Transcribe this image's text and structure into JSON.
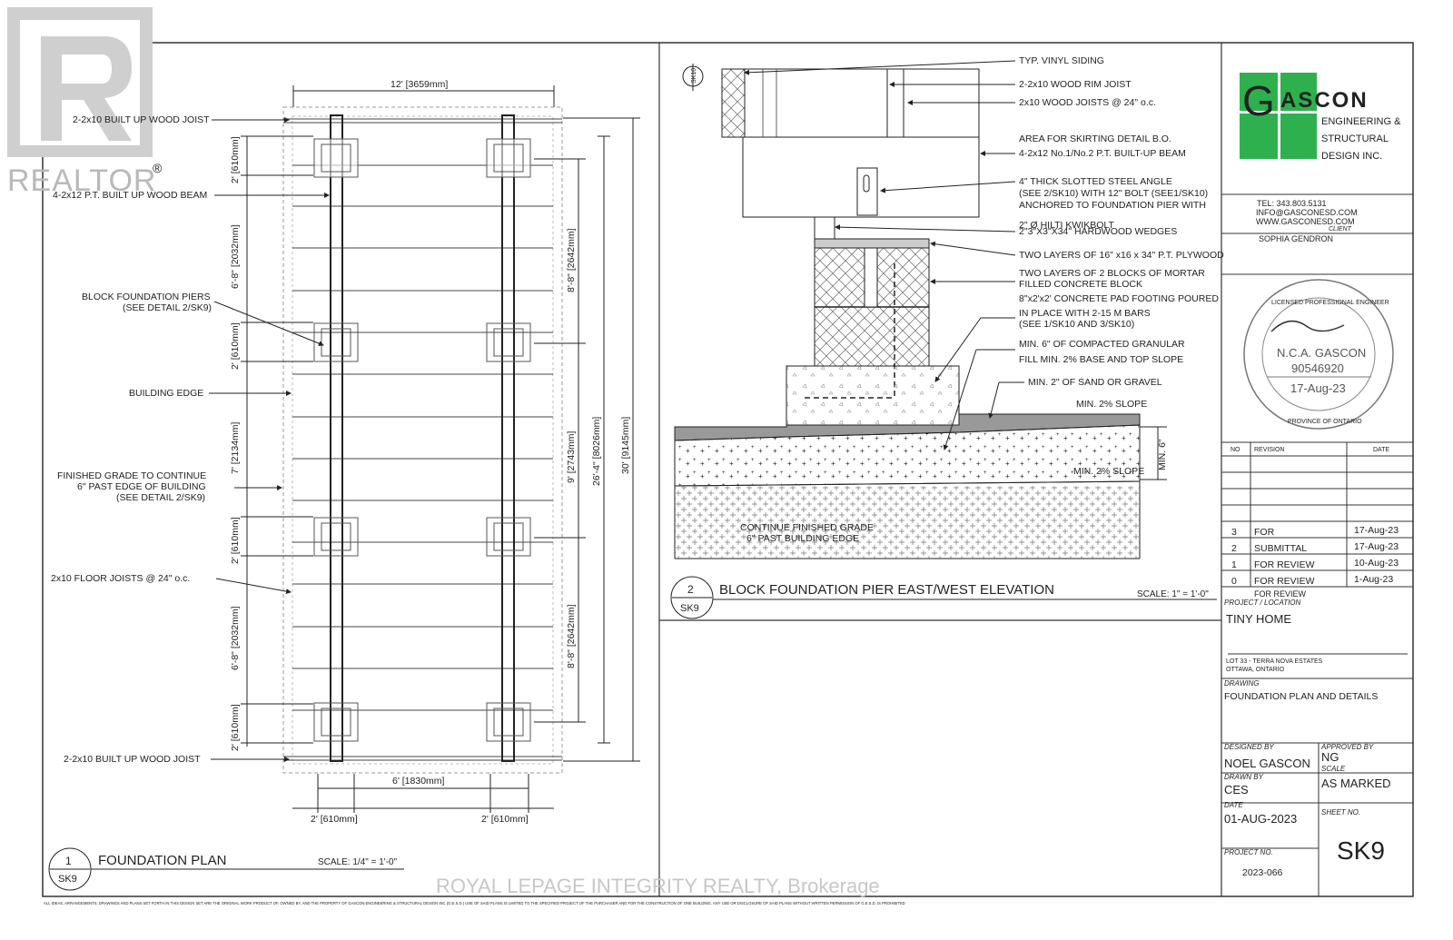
{
  "realtor_logo": {
    "text": "REALTOR",
    "mark": "®"
  },
  "watermark": "ROYAL LEPAGE INTEGRITY REALTY, Brokerage",
  "footer_note": "ALL IDEAS, ARRANGEMENTS, DRAWINGS AND PLANS SET FORTH IN THIS DESIGN SET ARE THE ORIGINAL WORK PRODUCT OF, OWNED BY, AND THE PROPERTY OF GASCON ENGINEERING & STRUCTURAL DESIGN INC (G.E.S.D.) USE OF SAID PLANS IS LIMITED TO THE SPECIFIED PROJECT OF THE PURCHASER AND FOR THE CONSTRUCTION OF ONE BUILDING. ANY USE OR DISCLOSURE OF SAID PLANS WITHOUT WRITTEN PERMISSION OF G.E.S.D. IS PROHIBITED",
  "plan": {
    "title": "FOUNDATION PLAN",
    "detail_num": "1",
    "sheet_ref": "SK9",
    "scale": "SCALE: 1/4\" = 1'-0\"",
    "labels": [
      "2-2x10 BUILT UP WOOD JOIST",
      "4-2x12 P.T. BUILT UP WOOD BEAM",
      "BLOCK FOUNDATION PIERS",
      "(SEE DETAIL 2/SK9)",
      "BUILDING EDGE",
      "FINISHED GRADE TO CONTINUE",
      "6\" PAST EDGE OF BUILDING",
      "(SEE DETAIL 2/SK9)",
      "2x10 FLOOR JOISTS @ 24\" o.c.",
      "2-2x10 BUILT UP WOOD JOIST"
    ],
    "dims_top": "12' [3659mm]",
    "dims_mid": "6' [1830mm]",
    "dims_bottom_left": "2' [610mm]",
    "dims_bottom_right": "2' [610mm]",
    "dims_left": [
      "2' [610mm]",
      "6'-8\" [2032mm]",
      "2' [610mm]",
      "7' [2134mm]",
      "2' [610mm]",
      "6'-8\" [2032mm]",
      "2' [610mm]"
    ],
    "dims_right_inner": [
      "8'-8\" [2642mm]",
      "9' [2743mm]",
      "8'-8\" [2642mm]"
    ],
    "dims_right_26": "26'-4\" [8026mm]",
    "dims_right_30": "30' [9145mm]"
  },
  "elevation": {
    "title": "BLOCK FOUNDATION PIER EAST/WEST ELEVATION",
    "detail_num": "2",
    "sheet_ref": "SK9",
    "section_tag": "SK10",
    "scale": "SCALE: 1\" = 1'-0\"",
    "labels": [
      "TYP. VINYL SIDING",
      "2-2x10 WOOD RIM JOIST",
      "2x10 WOOD JOISTS @ 24\" o.c.",
      "AREA FOR SKIRTING DETAIL B.O.",
      "4-2x12 No.1/No.2 P.T. BUILT-UP BEAM",
      "4\" THICK SLOTTED STEEL ANGLE",
      "(SEE 2/SK10) WITH 12\" BOLT (SEE1/SK10)",
      "ANCHORED TO FOUNDATION PIER WITH",
      "2\" Ø HILTI KWIKBOLT",
      "2\"3\"X3\"X34\" HARDWOOD WEDGES",
      "TWO LAYERS OF 16\" x16 x 34\" P.T. PLYWOOD",
      "TWO LAYERS OF 2 BLOCKS OF MORTAR",
      "FILLED CONCRETE BLOCK",
      "8\"x2'x2' CONCRETE PAD FOOTING POURED",
      "IN PLACE WITH 2-15 M BARS",
      "(SEE 1/SK10 AND 3/SK10)",
      "MIN. 6\" OF COMPACTED GRANULAR",
      "FILL MIN. 2% BASE AND TOP SLOPE",
      "MIN. 2\" OF SAND OR GRAVEL"
    ],
    "slope_top": "MIN. 2% SLOPE",
    "slope_bottom": "MIN. 2% SLOPE",
    "min_depth": "MIN. 6\"",
    "grade_note": [
      "CONTINUE FINISHED GRADE",
      "6\" PAST BUILDING EDGE"
    ]
  },
  "title_block": {
    "logo_letter": "G",
    "logo_name": "ASCON",
    "logo_lines": [
      "ENGINEERING &",
      "STRUCTURAL",
      "DESIGN INC."
    ],
    "tel": "TEL: 343.803.5131",
    "email": "INFO@GASCONESD.COM",
    "web": "WWW.GASCONESD.COM",
    "client_label": "CLIENT",
    "client": "SOPHIA GENDRON",
    "stamp": {
      "name": "N.C.A. GASCON",
      "number": "90546920",
      "date": "17-Aug-23",
      "ring_top": "LICENSED PROFESSIONAL ENGINEER",
      "ring_bottom": "PROVINCE OF ONTARIO"
    },
    "rev_headers": [
      "NO",
      "REVISION",
      "DATE"
    ],
    "revisions": [
      {
        "no": "3",
        "rev": "FOR",
        "date": "17-Aug-23"
      },
      {
        "no": "2",
        "rev": "SUBMITTAL",
        "date": "17-Aug-23"
      },
      {
        "no": "1",
        "rev": "FOR     REVIEW",
        "date": "10-Aug-23"
      },
      {
        "no": "0",
        "rev": "FOR     REVIEW",
        "date": "1-Aug-23"
      }
    ],
    "rev_extra": "FOR REVIEW",
    "project_label": "PROJECT / LOCATION",
    "project": "TINY HOME",
    "location_1": "LOT 33 - TERRA NOVA ESTATES",
    "location_2": "OTTAWA, ONTARIO",
    "drawing_label": "DRAWING",
    "drawing": "FOUNDATION PLAN AND DETAILS",
    "designed_label": "DESIGNED BY",
    "designed": "NOEL GASCON",
    "approved_label": "APPROVED BY",
    "approved": "NG",
    "drawn_label": "DRAWN BY",
    "drawn": "CES",
    "scale_label": "SCALE",
    "scale": "AS MARKED",
    "date_label": "DATE",
    "date": "01-AUG-2023",
    "sheet_label": "SHEET NO.",
    "sheet": "SK9",
    "project_no_label": "PROJECT NO.",
    "project_no": "2023-066"
  }
}
